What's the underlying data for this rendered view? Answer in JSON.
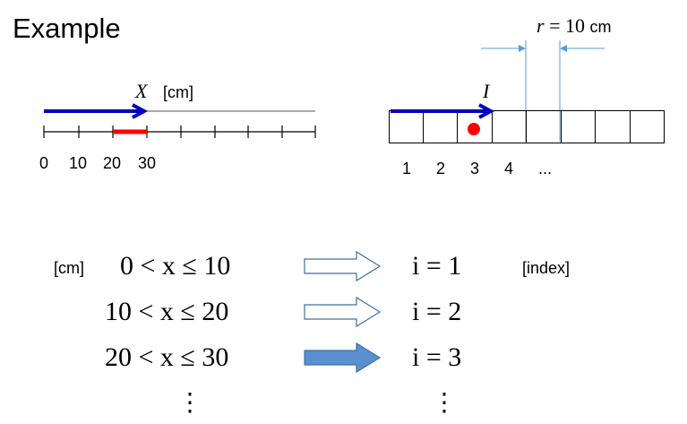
{
  "title": "Example",
  "left_diagram": {
    "axis_var": "X",
    "axis_unit": "[cm]",
    "tick_labels": [
      "0",
      "10",
      "20",
      "30"
    ]
  },
  "right_diagram": {
    "index_var": "I",
    "r_label": "r = 10",
    "r_unit": "cm",
    "cell_labels": [
      "1",
      "2",
      "3",
      "4",
      "..."
    ],
    "cell_count": 8,
    "highlight_cell": 3
  },
  "mapping": {
    "unit_label": "[cm]",
    "index_label": "[index]",
    "rows": [
      {
        "condition": "0 < x ≤ 10",
        "result": "i = 1",
        "highlighted": false
      },
      {
        "condition": "10 < x ≤ 20",
        "result": "i = 2",
        "highlighted": false
      },
      {
        "condition": "20 < x ≤ 30",
        "result": "i = 3",
        "highlighted": true
      }
    ],
    "continuation": "⋮"
  },
  "colors": {
    "arrow_blue": "#0000c0",
    "highlight_red": "#ff0000",
    "light_blue": "#5b9bd5",
    "arrow_fill": "#5b8fd0",
    "arrow_outline": "#41719c"
  }
}
